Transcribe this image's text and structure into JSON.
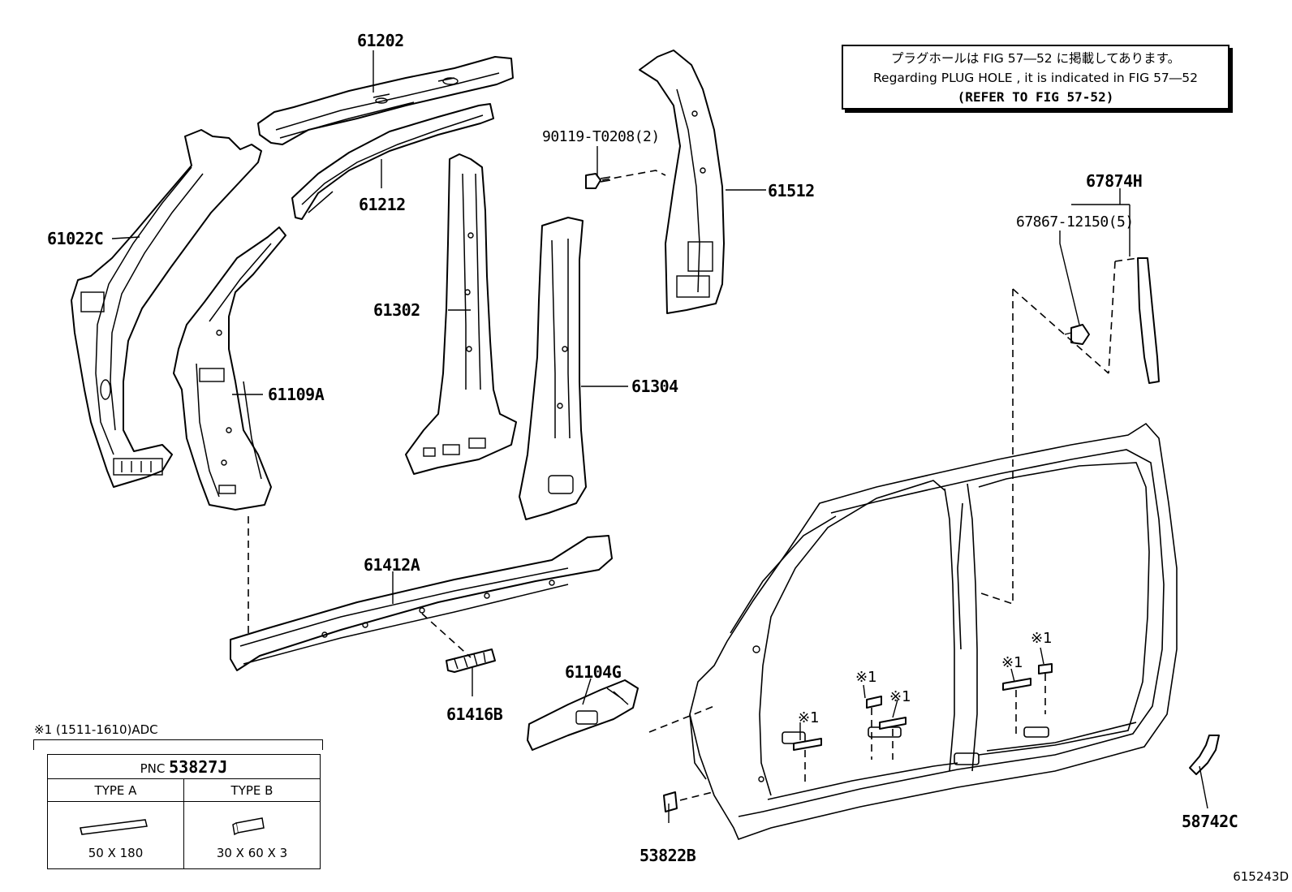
{
  "notice": {
    "line1": "プラグホールは FIG 57―52 に掲載してあります。",
    "line2": "Regarding PLUG HOLE , it is indicated in FIG 57―52",
    "line3": "(REFER TO FIG 57-52)"
  },
  "parts": {
    "p61202": "61202",
    "p61212": "61212",
    "p61022C": "61022C",
    "p61302": "61302",
    "p61109A": "61109A",
    "p61304": "61304",
    "p61512": "61512",
    "p90119": "90119-T0208(2)",
    "p67874H": "67874H",
    "p67867": "67867-12150(5)",
    "p61412A": "61412A",
    "p61416B": "61416B",
    "p61104G": "61104G",
    "p53822B": "53822B",
    "p58742C": "58742C"
  },
  "callouts": {
    "star": "※1"
  },
  "legend": {
    "condition": "※1 (1511-1610)ADC",
    "pnc_label": "PNC",
    "pnc_value": "53827J",
    "type_a": "TYPE A",
    "type_b": "TYPE B",
    "dim_a": "50 X 180",
    "dim_b": "30 X 60 X 3"
  },
  "figure_code": "615243D"
}
